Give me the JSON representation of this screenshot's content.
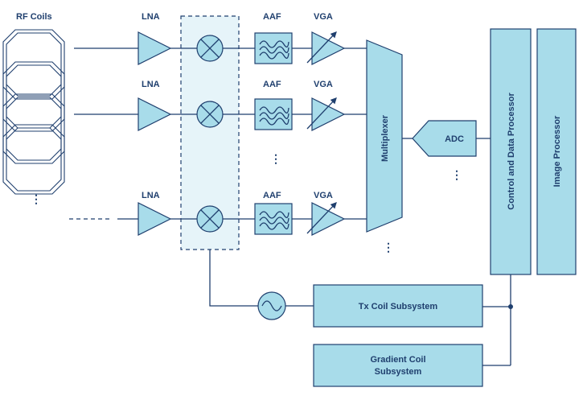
{
  "labels": {
    "rf_coils": "RF Coils",
    "lna": "LNA",
    "aaf": "AAF",
    "vga": "VGA",
    "multiplexer": "Multiplexer",
    "adc": "ADC",
    "control_processor": "Control and Data Processor",
    "image_processor": "Image Processor",
    "tx_coil": "Tx Coil Subsystem",
    "gradient_coil_line1": "Gradient Coil",
    "gradient_coil_line2": "Subsystem",
    "ellipsis": "⋮"
  },
  "colors": {
    "fill": "#a8dcea",
    "dashed_region": "#e6f4f9",
    "stroke": "#1f3f6e"
  },
  "icons": [
    "coil-icon",
    "amplifier-icon",
    "mixer-icon",
    "filter-icon",
    "variable-gain-icon",
    "oscillator-icon"
  ]
}
